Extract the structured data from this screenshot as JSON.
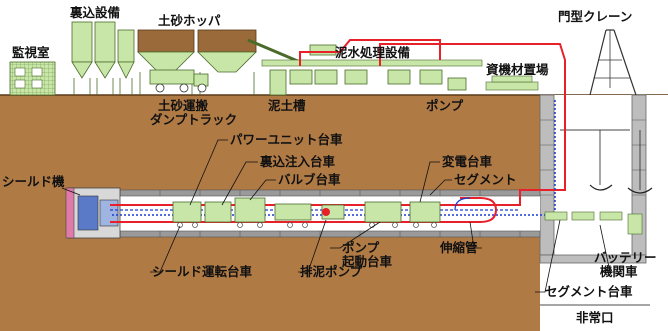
{
  "labels": {
    "monitor_room": "監視室",
    "grout_facility": "裏込設備",
    "soil_hopper": "土砂ホッパ",
    "slurry_facility": "泥水処理設備",
    "gantry_crane": "門型クレーン",
    "dump_truck_1": "土砂運搬",
    "dump_truck_2": "ダンプトラック",
    "mud_tank": "泥土槽",
    "pump": "ポンプ",
    "material_yard": "資機材置場",
    "power_unit_car": "パワーユニット台車",
    "grout_car": "裏込注入台車",
    "valve_car": "バルブ台車",
    "transformer_car": "変電台車",
    "segment": "セグメント",
    "shield_machine": "シールド機",
    "pump_start_1": "ポンプ",
    "pump_start_2": "起動台車",
    "expansion_pipe": "伸縮管",
    "battery_1": "バッテリー",
    "battery_2": "機関車",
    "shield_drive_car": "シールド運転台車",
    "discharge_pump": "排泥ポンプ",
    "segment_car": "セグメント台車",
    "emergency_exit": "非常口"
  },
  "colors": {
    "soil": "#b07a45",
    "soil_dark": "#8a5a2c",
    "building": "#c8e6a8",
    "building_stroke": "#4a6b2a",
    "pipe_red": "#e8202a",
    "pipe_blue": "#1a3fd0",
    "tunnel_gray": "#9a9a9a",
    "shaft_gray": "#bdbdbd",
    "hopper_brown": "#9b6a3a",
    "machine_pink": "#e07aa8",
    "machine_blue": "#5a7ac8"
  }
}
